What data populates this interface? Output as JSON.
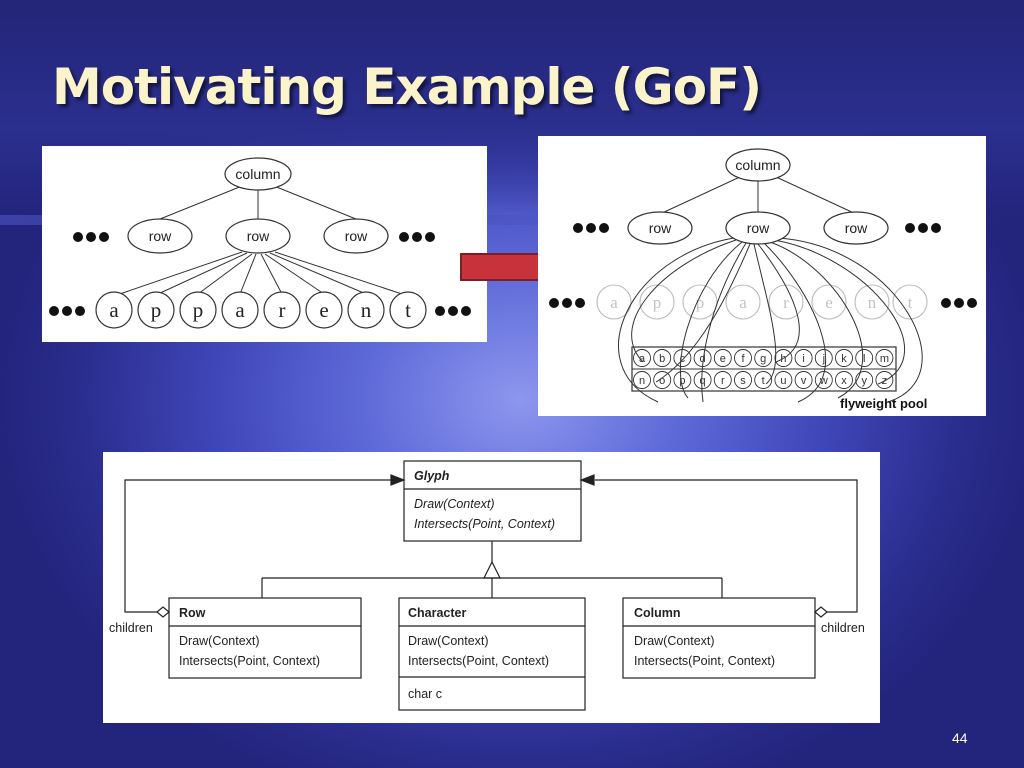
{
  "slide": {
    "title": "Motivating Example (GoF)",
    "page_number": "44"
  },
  "tree_left": {
    "root": "column",
    "rows": [
      "row",
      "row",
      "row"
    ],
    "letters": [
      "a",
      "p",
      "p",
      "a",
      "r",
      "e",
      "n",
      "t"
    ]
  },
  "tree_right": {
    "root": "column",
    "rows": [
      "row",
      "row",
      "row"
    ],
    "letters": [
      "a",
      "p",
      "p",
      "a",
      "r",
      "e",
      "n",
      "t"
    ],
    "pool_row1": [
      "a",
      "b",
      "c",
      "d",
      "e",
      "f",
      "g",
      "h",
      "i",
      "j",
      "k",
      "l",
      "m"
    ],
    "pool_row2": [
      "n",
      "o",
      "p",
      "q",
      "r",
      "s",
      "t",
      "u",
      "v",
      "w",
      "x",
      "y",
      "z"
    ],
    "pool_label": "flyweight pool"
  },
  "uml": {
    "glyph": {
      "name": "Glyph",
      "op1": "Draw(Context)",
      "op2": "Intersects(Point, Context)"
    },
    "row": {
      "name": "Row",
      "op1": "Draw(Context)",
      "op2": "Intersects(Point, Context)"
    },
    "character": {
      "name": "Character",
      "op1": "Draw(Context)",
      "op2": "Intersects(Point, Context)",
      "attr": "char c"
    },
    "column": {
      "name": "Column",
      "op1": "Draw(Context)",
      "op2": "Intersects(Point, Context)"
    },
    "children_left": "children",
    "children_right": "children"
  },
  "colors": {
    "title": "#fbf3c9",
    "arrow_fill": "#c8323a",
    "arrow_stroke": "#7a1f24"
  }
}
